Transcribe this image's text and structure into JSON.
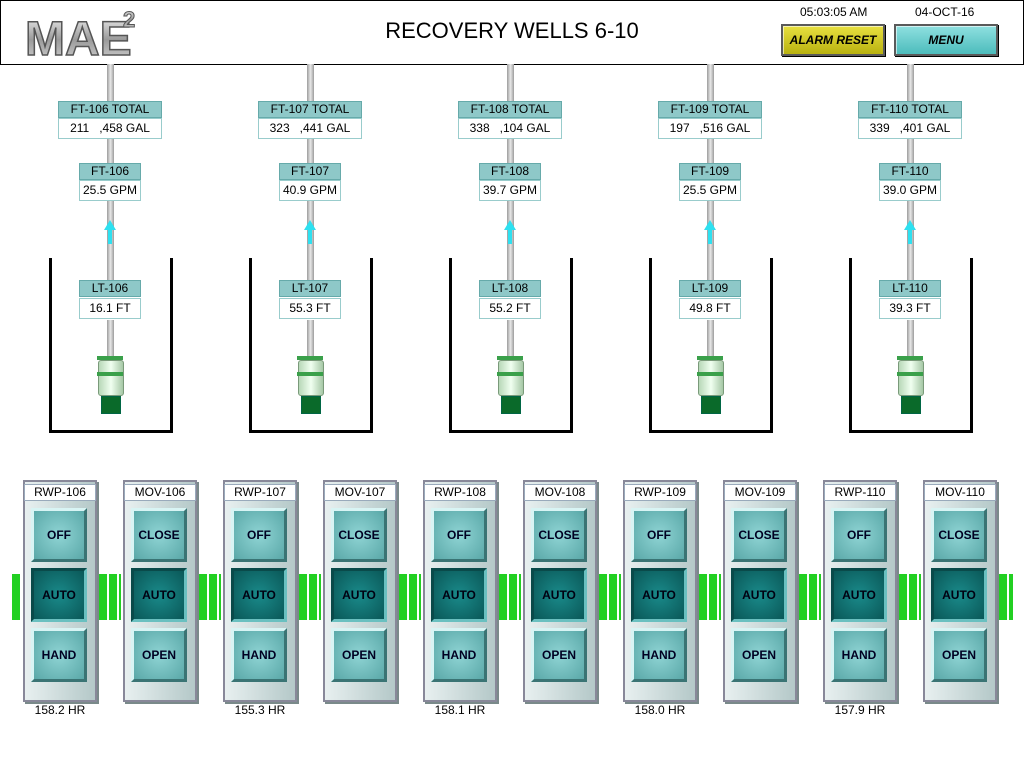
{
  "header": {
    "logo_text": "MAE",
    "logo_sup": "2",
    "title": "RECOVERY WELLS 6-10",
    "time": "05:03:05 AM",
    "date": "04-OCT-16",
    "alarm_reset_label": "ALARM RESET",
    "menu_label": "MENU",
    "colors": {
      "alarm": "#d8d030",
      "menu": "#6ccfcf"
    }
  },
  "wells": [
    {
      "total_tag": "FT-106 TOTAL",
      "total_a": "211",
      "total_b": ",458 GAL",
      "flow_tag": "FT-106",
      "flow": "25.5 GPM",
      "level_tag": "LT-106",
      "level": "16.1 FT"
    },
    {
      "total_tag": "FT-107 TOTAL",
      "total_a": "323",
      "total_b": ",441 GAL",
      "flow_tag": "FT-107",
      "flow": "40.9 GPM",
      "level_tag": "LT-107",
      "level": "55.3 FT"
    },
    {
      "total_tag": "FT-108 TOTAL",
      "total_a": "338",
      "total_b": ",104 GAL",
      "flow_tag": "FT-108",
      "flow": "39.7 GPM",
      "level_tag": "LT-108",
      "level": "55.2 FT"
    },
    {
      "total_tag": "FT-109 TOTAL",
      "total_a": "197",
      "total_b": ",516 GAL",
      "flow_tag": "FT-109",
      "flow": "25.5 GPM",
      "level_tag": "LT-109",
      "level": "49.8 FT"
    },
    {
      "total_tag": "FT-110 TOTAL",
      "total_a": "339",
      "total_b": ",401 GAL",
      "flow_tag": "FT-110",
      "flow": "39.0 GPM",
      "level_tag": "LT-110",
      "level": "39.3 FT"
    }
  ],
  "panels": [
    {
      "label": "RWP-106",
      "buttons": [
        "OFF",
        "AUTO",
        "HAND"
      ],
      "active": "AUTO",
      "hours": "158.2 HR"
    },
    {
      "label": "MOV-106",
      "buttons": [
        "CLOSE",
        "AUTO",
        "OPEN"
      ],
      "active": "AUTO"
    },
    {
      "label": "RWP-107",
      "buttons": [
        "OFF",
        "AUTO",
        "HAND"
      ],
      "active": "AUTO",
      "hours": "155.3 HR"
    },
    {
      "label": "MOV-107",
      "buttons": [
        "CLOSE",
        "AUTO",
        "OPEN"
      ],
      "active": "AUTO"
    },
    {
      "label": "RWP-108",
      "buttons": [
        "OFF",
        "AUTO",
        "HAND"
      ],
      "active": "AUTO",
      "hours": "158.1 HR"
    },
    {
      "label": "MOV-108",
      "buttons": [
        "CLOSE",
        "AUTO",
        "OPEN"
      ],
      "active": "AUTO"
    },
    {
      "label": "RWP-109",
      "buttons": [
        "OFF",
        "AUTO",
        "HAND"
      ],
      "active": "AUTO",
      "hours": "158.0 HR"
    },
    {
      "label": "MOV-109",
      "buttons": [
        "CLOSE",
        "AUTO",
        "OPEN"
      ],
      "active": "AUTO"
    },
    {
      "label": "RWP-110",
      "buttons": [
        "OFF",
        "AUTO",
        "HAND"
      ],
      "active": "AUTO",
      "hours": "157.9 HR"
    },
    {
      "label": "MOV-110",
      "buttons": [
        "CLOSE",
        "AUTO",
        "OPEN"
      ],
      "active": "AUTO"
    }
  ],
  "colors": {
    "flow_arrow": "#2ee0f0",
    "status_bar": "#22d022",
    "button": "#6cc0c0",
    "button_active": "#0a6a6a"
  }
}
